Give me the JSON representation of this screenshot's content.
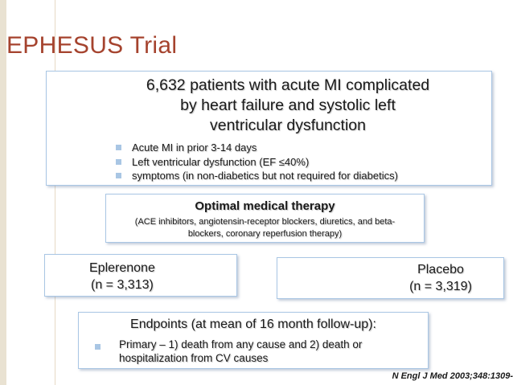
{
  "title": "EPHESUS Trial",
  "population": {
    "lines": [
      "6,632 patients with acute MI complicated",
      "by heart failure and systolic left",
      "ventricular dysfunction"
    ],
    "criteria": [
      "Acute MI in prior 3-14 days",
      "Left ventricular dysfunction (EF ≤40%)",
      "symptoms (in non-diabetics but not required for diabetics)"
    ]
  },
  "therapy": {
    "title": "Optimal medical therapy",
    "desc_line1": "(ACE inhibitors, angiotensin-receptor blockers, diuretics, and beta-",
    "desc_line2": "blockers, coronary reperfusion therapy)"
  },
  "arms": {
    "left_name": "Eplerenone",
    "left_n": "(n = 3,313)",
    "right_name": "Placebo",
    "right_n": "(n = 3,319)"
  },
  "endpoints": {
    "title": "Endpoints (at mean of 16 month follow-up):",
    "primary_line1": "Primary  – 1) death from any cause and 2) death or",
    "primary_line2": "hospitalization from CV causes"
  },
  "citation": "N Engl J Med 2003;348:1309-"
}
